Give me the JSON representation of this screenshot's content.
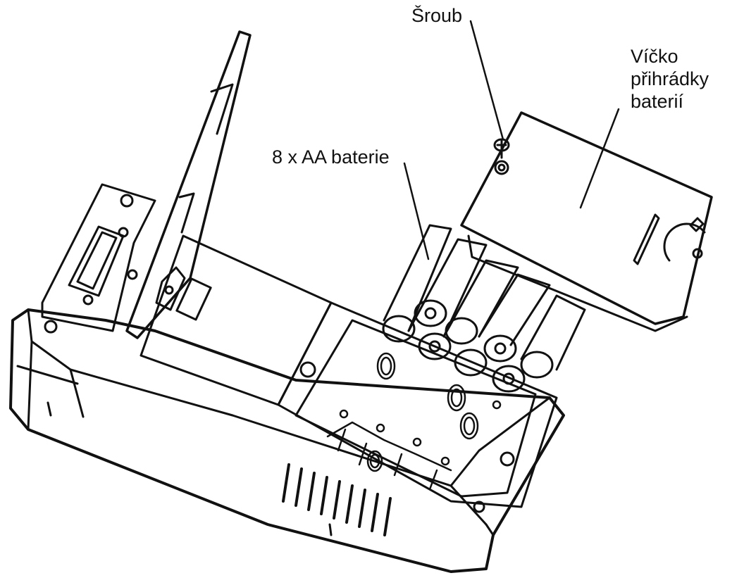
{
  "diagram": {
    "labels": {
      "screw": "Šroub",
      "batteries": "8 x AA baterie",
      "cover_line1": "Víčko",
      "cover_line2": "přihrádky",
      "cover_line3": "baterií"
    },
    "ink_color": "#111111",
    "background_color": "#ffffff"
  }
}
